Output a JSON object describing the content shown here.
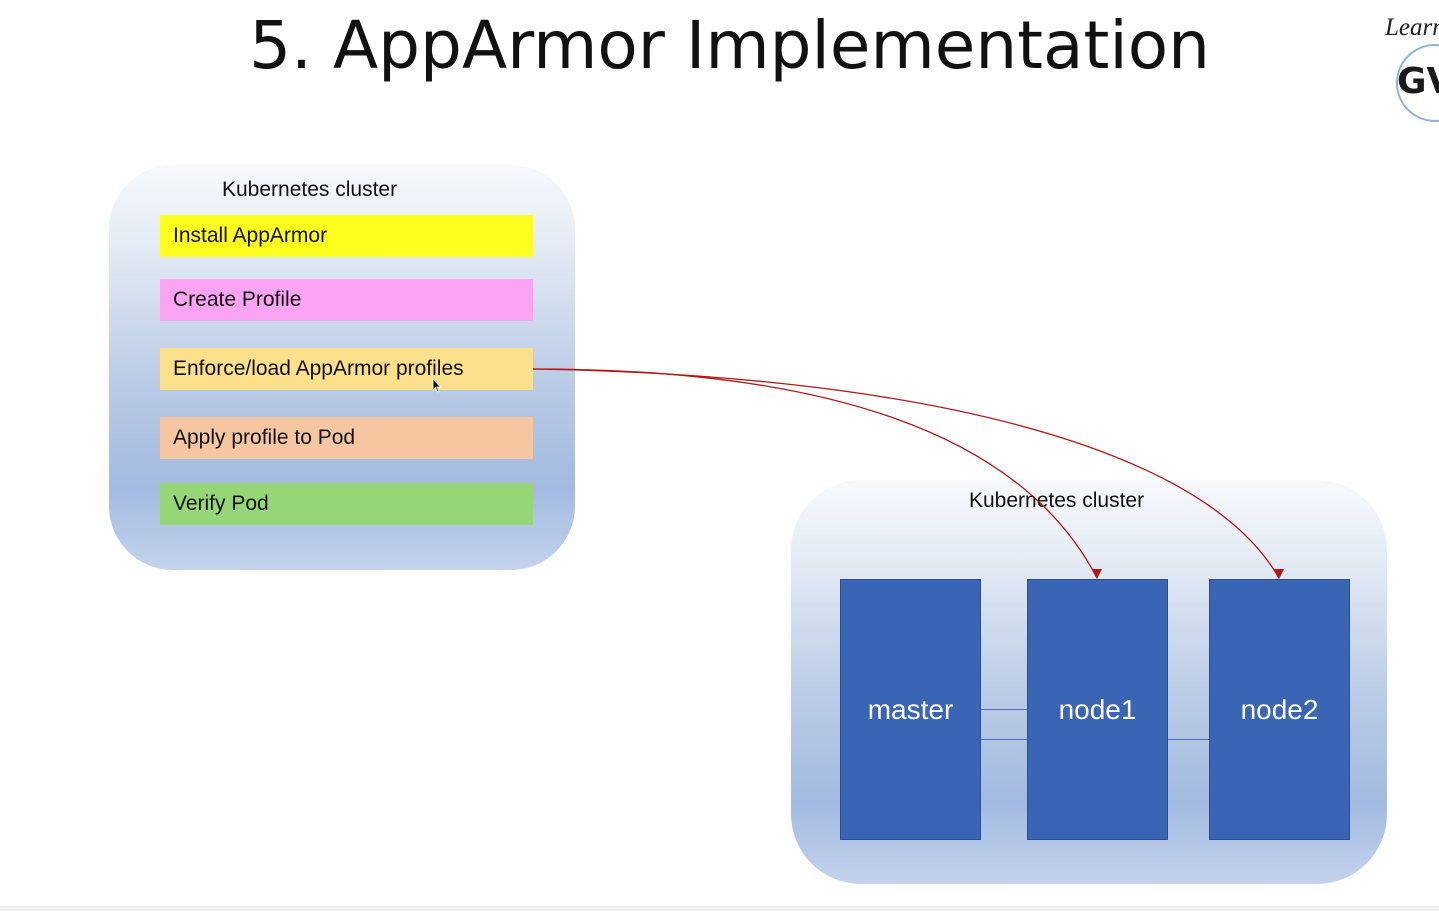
{
  "slide": {
    "title": "5. AppArmor Implementation",
    "logo_text": "Learn",
    "logo_mark": "GV"
  },
  "left_cluster": {
    "label": "Kubernetes cluster",
    "steps": [
      {
        "label": "Install AppArmor",
        "color": "#ffff1f"
      },
      {
        "label": "Create Profile",
        "color": "#fba4f4"
      },
      {
        "label": "Enforce/load AppArmor profiles",
        "color": "#fde08c"
      },
      {
        "label": "Apply profile to Pod",
        "color": "#f5c6a0"
      },
      {
        "label": "Verify Pod",
        "color": "#95d677"
      }
    ]
  },
  "right_cluster": {
    "label": "Kubernetes cluster",
    "nodes": [
      {
        "label": "master"
      },
      {
        "label": "node1"
      },
      {
        "label": "node2"
      }
    ]
  },
  "colors": {
    "node_fill": "#3a65b5",
    "arrow": "#b01818",
    "cluster_gradient_top": "#f7f9fc",
    "cluster_gradient_bottom": "#a3bbe0"
  },
  "icons": {
    "cursor": "mouse-pointer-icon"
  }
}
